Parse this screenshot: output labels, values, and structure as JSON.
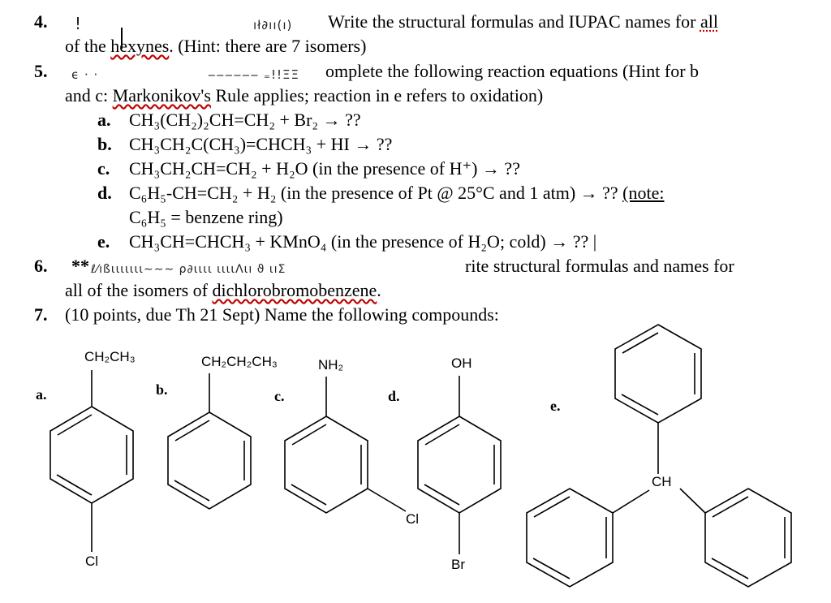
{
  "q4": {
    "number": "4.",
    "text1": "Write the structural formulas and IUPAC names for",
    "text1_all": "all",
    "text2_a": "of the",
    "text2_hexynes": "hexynes",
    "text2_rest": ". (Hint: there are 7 isomers)"
  },
  "q5": {
    "number": "5.",
    "text1": "omplete the following reaction equations (Hint for b",
    "text2_pre": "and c:",
    "text2_mark": "Markonikov's",
    "text2_rest": "Rule applies; reaction in e refers to oxidation)",
    "items": [
      {
        "letter": "a.",
        "eq": "CH₃(CH₂)₂CH=CH₂ + Br₂ → ??"
      },
      {
        "letter": "b.",
        "eq": "CH₃CH₂C(CH₃)=CHCH₃ + HI → ??"
      },
      {
        "letter": "c.",
        "eq": "CH₃CH₂CH=CH₂ + H₂O (in the presence of H⁺) → ??"
      },
      {
        "letter": "d.",
        "eq": "C₆H₅-CH=CH₂ + H₂ (in the presence of Pt @ 25°C and 1 atm) → ??",
        "note": "(note:",
        "eq2": "C₆H₅ = benzene ring)"
      },
      {
        "letter": "e.",
        "eq": "CH₃CH=CHCH₃ + KMnO₄ (in the presence of H₂O; cold) → ?? |"
      }
    ]
  },
  "q6": {
    "number": "6.",
    "prefix": "**",
    "text1": "rite structural formulas and names for",
    "text2": "all of the isomers of",
    "text2_word": "dichlorobromobenzene",
    "text2_end": "."
  },
  "q7": {
    "number": "7.",
    "text": "(10 points, due Th 21 Sept) Name the following compounds:"
  },
  "compounds": {
    "a": {
      "letter": "a.",
      "top": "CH₂CH₃",
      "bottom": "Cl"
    },
    "b": {
      "letter": "b.",
      "top": "CH₂CH₂CH₃"
    },
    "c": {
      "letter": "c.",
      "top": "NH₂",
      "side": "Cl"
    },
    "d": {
      "letter": "d.",
      "top": "OH",
      "bottom": "Br"
    },
    "e": {
      "letter": "e.",
      "center": "CH"
    }
  }
}
